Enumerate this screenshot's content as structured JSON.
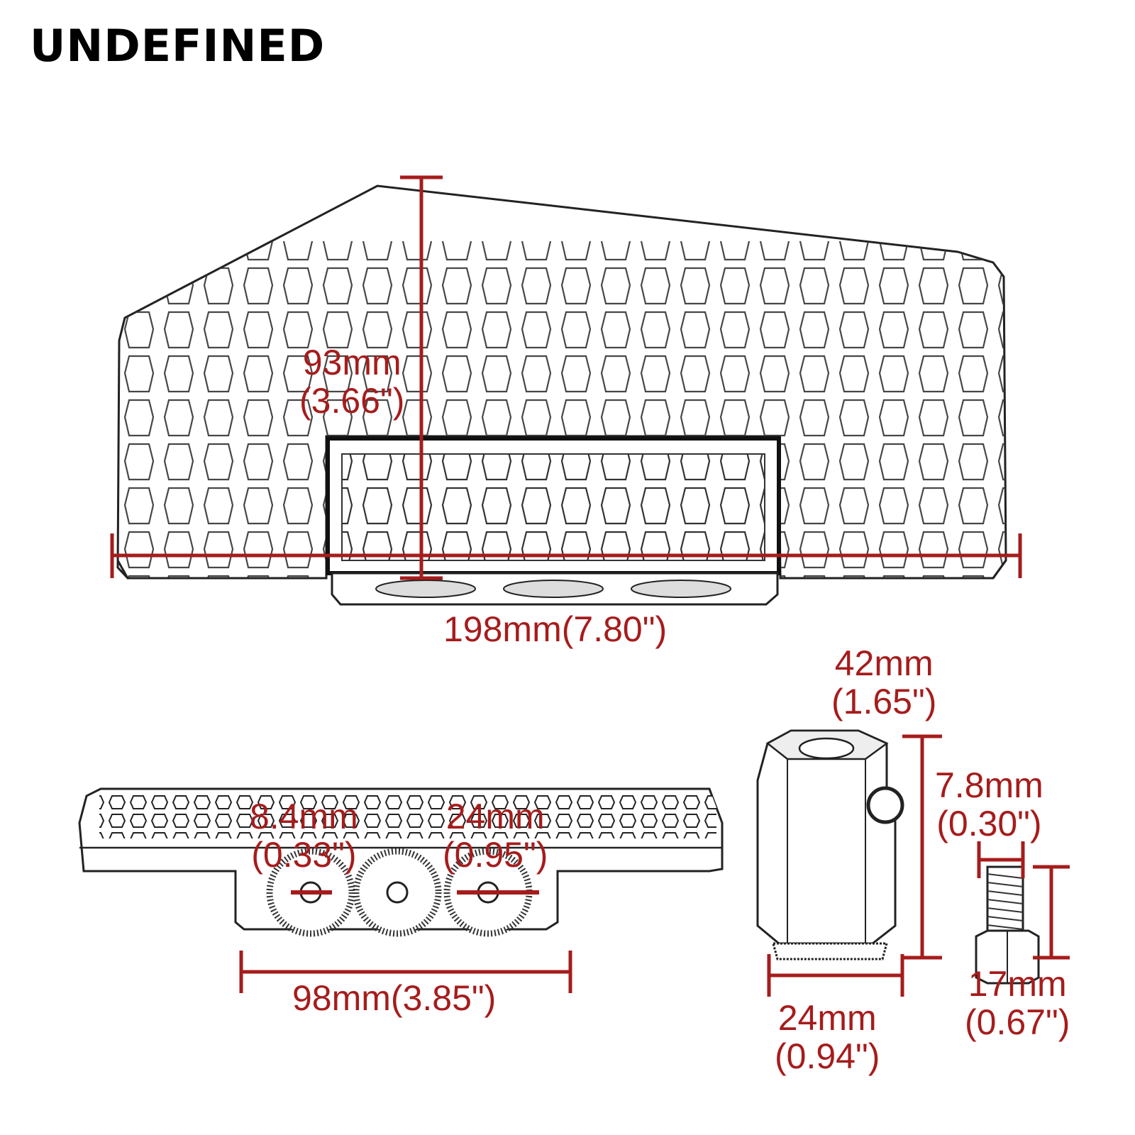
{
  "brand": {
    "name": "UNDEFINED"
  },
  "colors": {
    "dimension": "#a61c1c",
    "outline": "#222222",
    "paper": "#ffffff"
  },
  "dimensions": {
    "top_height": {
      "metric": "93mm",
      "imperial": "(3.66\")"
    },
    "top_width": {
      "metric": "198mm",
      "imperial": "(7.80\")"
    },
    "hole_small": {
      "metric": "8.4mm",
      "imperial": "(0.33\")"
    },
    "hole_large": {
      "metric": "24mm",
      "imperial": "(0.95\")"
    },
    "front_width": {
      "metric": "98mm",
      "imperial": "(3.85\")"
    },
    "mount_height": {
      "metric": "42mm",
      "imperial": "(1.65\")"
    },
    "mount_width": {
      "metric": "24mm",
      "imperial": "(0.94\")"
    },
    "bolt_diameter": {
      "metric": "7.8mm",
      "imperial": "(0.30\")"
    },
    "bolt_length": {
      "metric": "17mm",
      "imperial": "(0.67\")"
    }
  }
}
